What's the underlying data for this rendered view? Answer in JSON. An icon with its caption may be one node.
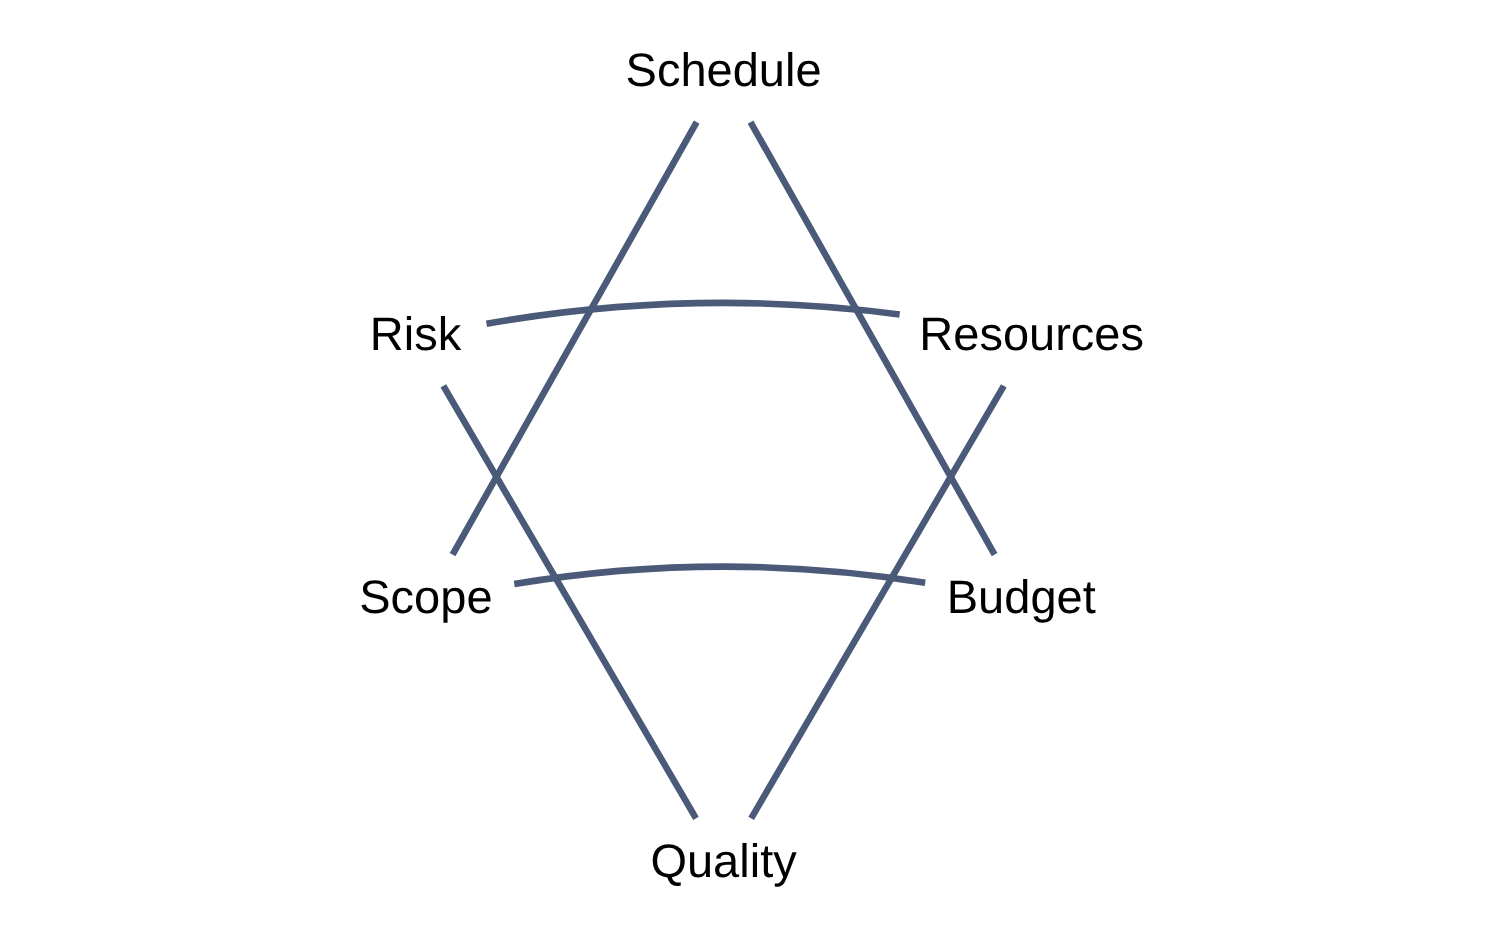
{
  "diagram": {
    "nodes": [
      {
        "text": [
          "Schedule"
        ]
      },
      {
        "text": [
          "Risk"
        ]
      },
      {
        "text": [
          "Resources"
        ]
      },
      {
        "text": [
          "Scope"
        ]
      },
      {
        "text": [
          "Budget"
        ]
      },
      {
        "text": [
          "Quality"
        ]
      }
    ],
    "edges": [
      {
        "from": 0,
        "to": 4,
        "arrow": "none"
      },
      {
        "from": 4,
        "to": 3,
        "arrow": "none"
      },
      {
        "from": 3,
        "to": 0,
        "arrow": "none"
      },
      {
        "from": 1,
        "to": 2,
        "arrow": "none"
      },
      {
        "from": 2,
        "to": 5,
        "arrow": "none"
      },
      {
        "from": 5,
        "to": 1,
        "arrow": "none"
      }
    ]
  }
}
